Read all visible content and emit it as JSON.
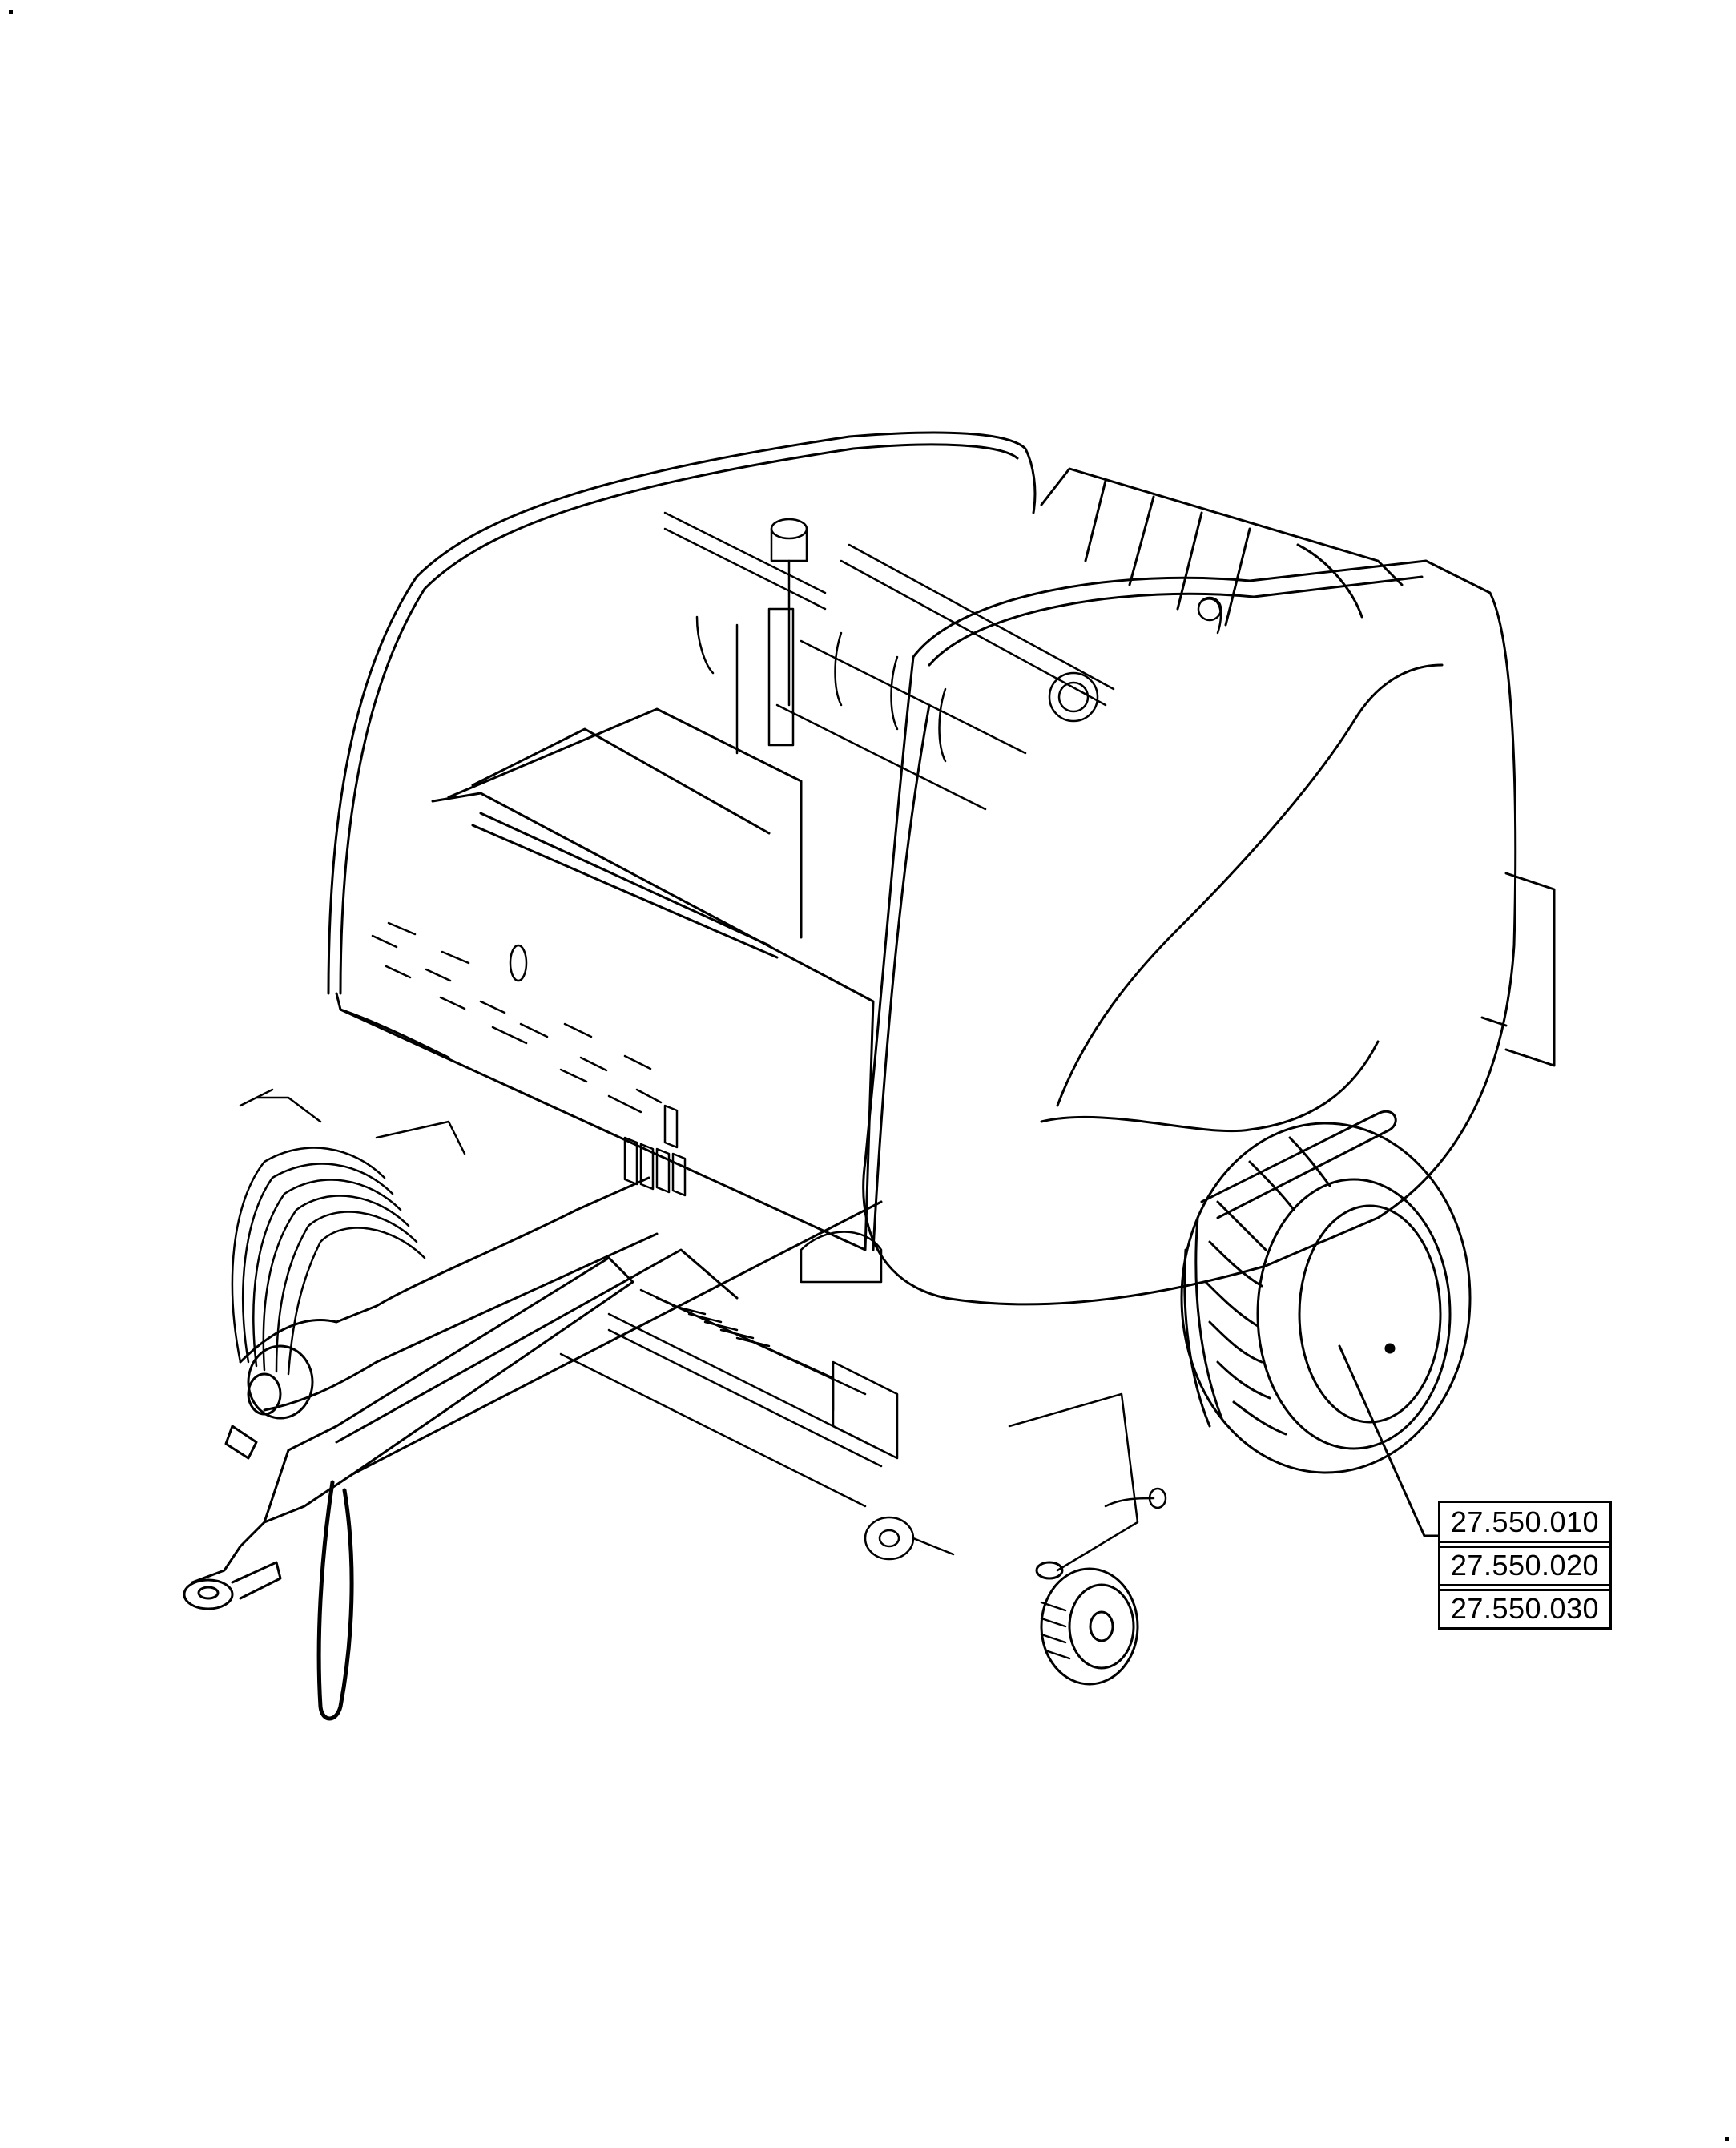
{
  "figure": {
    "subject": "round-baler-isometric-line-drawing",
    "line_color": "#000000",
    "background_color": "#ffffff"
  },
  "callout": {
    "target": "main-wheel-tyre",
    "references": [
      {
        "label": "27.550.010"
      },
      {
        "label": "27.550.020"
      },
      {
        "label": "27.550.030"
      }
    ]
  }
}
